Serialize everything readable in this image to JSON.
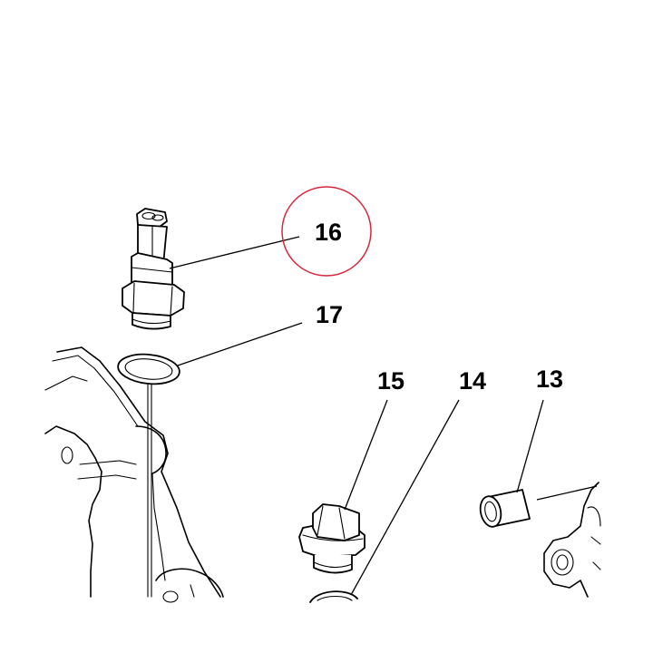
{
  "callouts": {
    "c13": "13",
    "c14": "14",
    "c15": "15",
    "c16": "16",
    "c17": "17"
  },
  "highlight": {
    "callout": "16",
    "color": "#d8273f"
  },
  "colors": {
    "line": "#000000",
    "background": "#ffffff"
  }
}
